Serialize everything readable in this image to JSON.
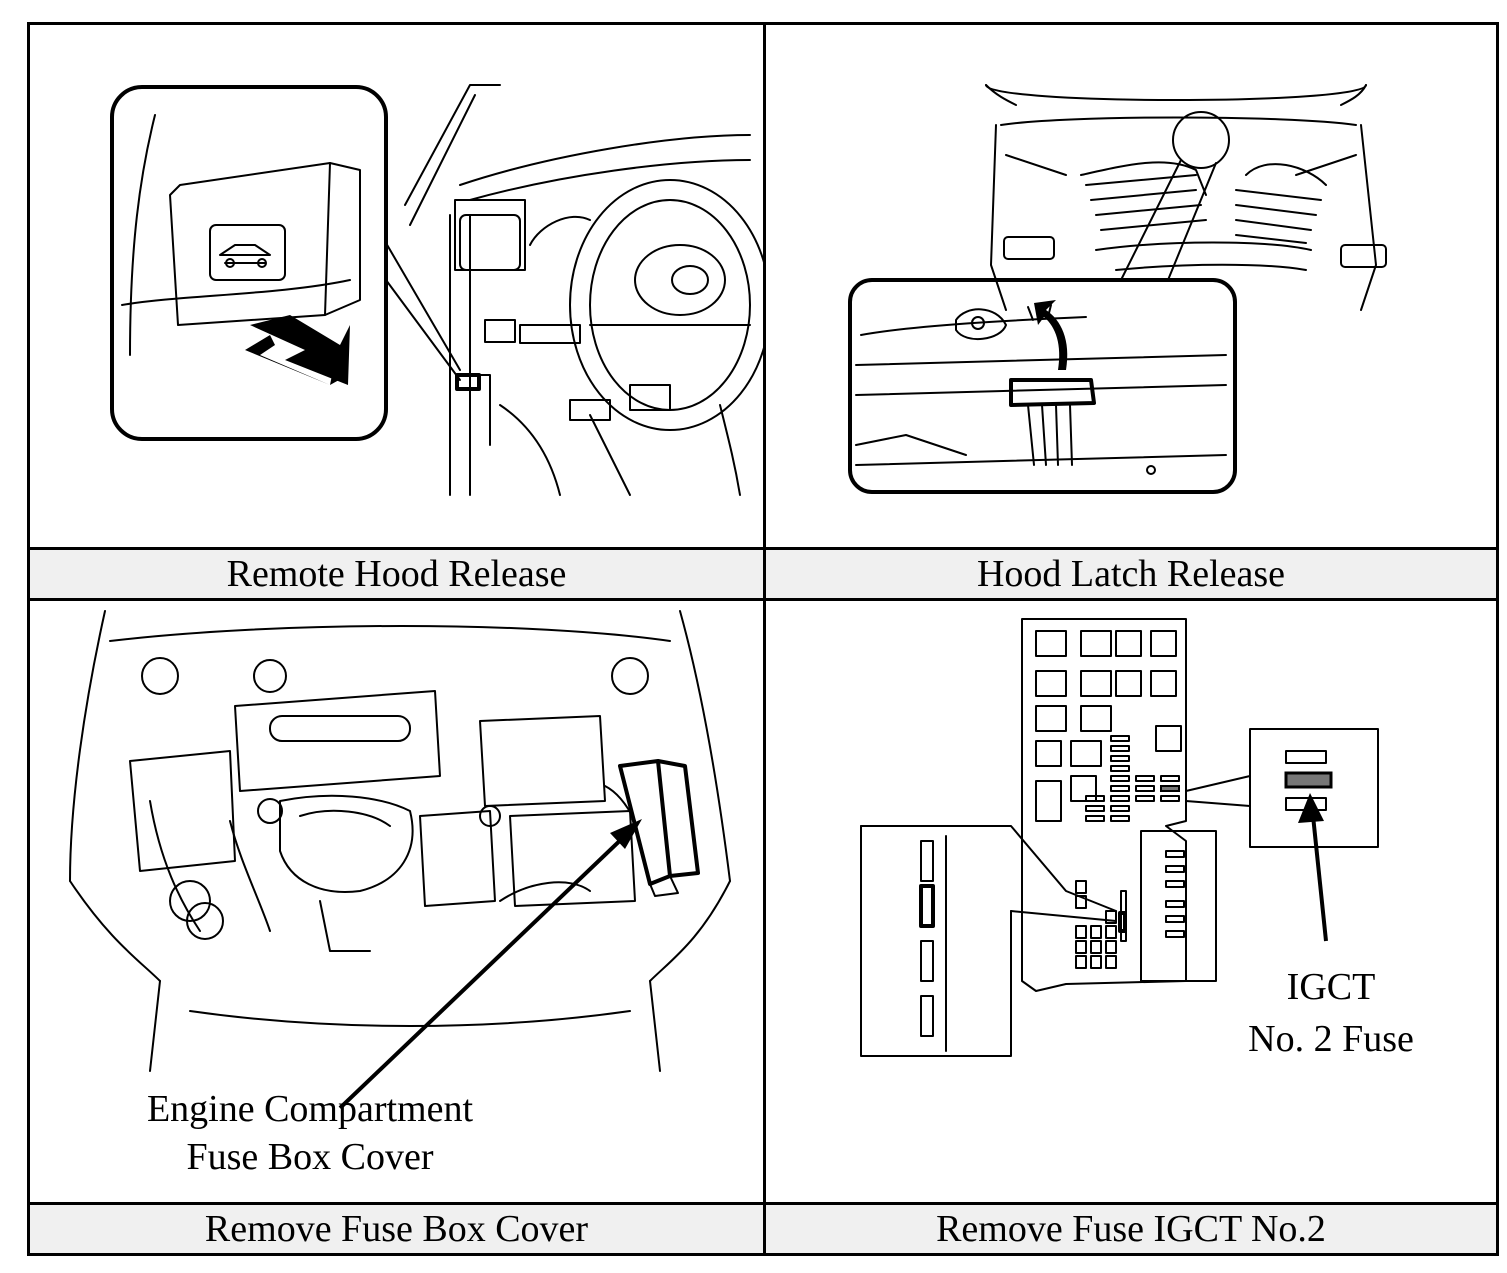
{
  "panels": {
    "hood_release": {
      "caption": "Remote Hood Release"
    },
    "hood_latch": {
      "caption": "Hood Latch Release"
    },
    "fuse_box_cover": {
      "caption": "Remove Fuse Box Cover",
      "callout_line1": "Engine Compartment",
      "callout_line2": "Fuse Box Cover"
    },
    "fuse_igct": {
      "caption": "Remove Fuse IGCT No.2",
      "callout_line1": "IGCT",
      "callout_line2": "No. 2 Fuse"
    }
  },
  "colors": {
    "line": "#000000",
    "caption_bg": "#f0f0f0",
    "fuse_highlight": "#777777"
  },
  "icons": [
    "hood-release-lever-icon",
    "pull-arrow-icon",
    "lift-arrow-icon",
    "pointer-arrow-icon"
  ]
}
